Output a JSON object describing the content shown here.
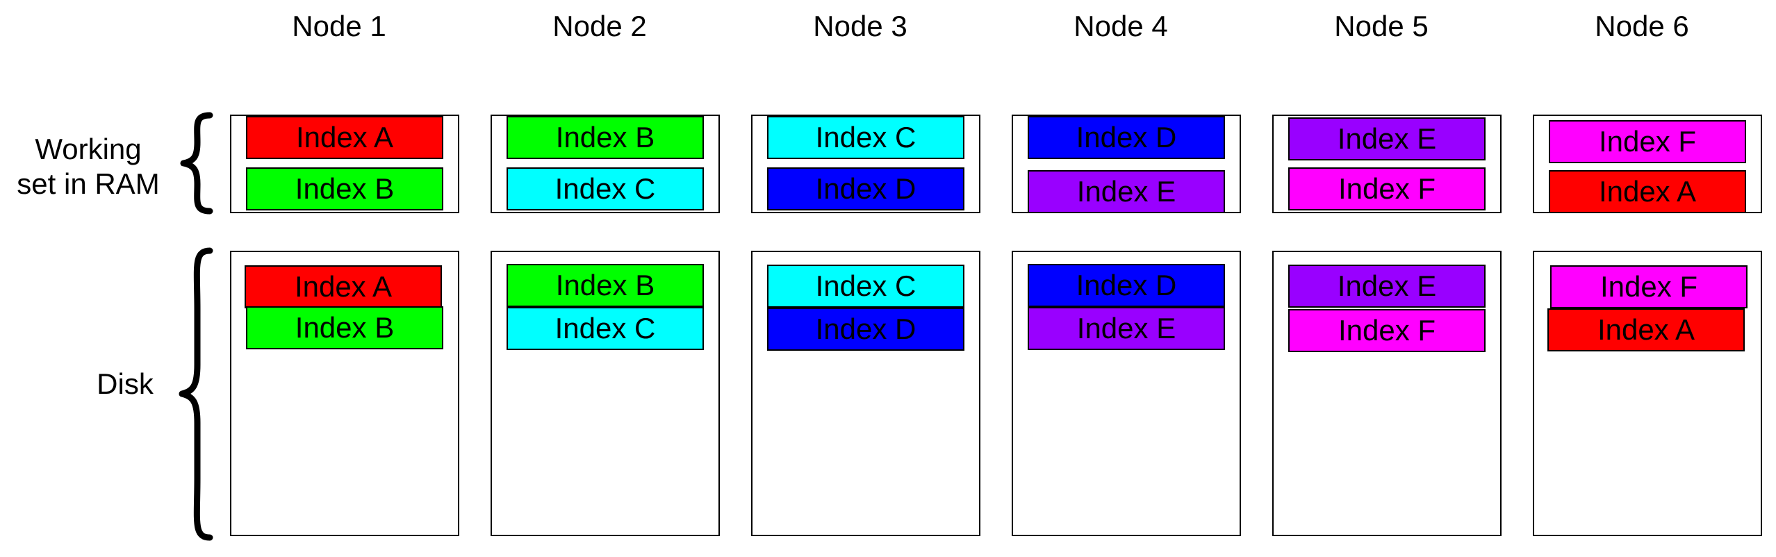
{
  "nodes": [
    "Node 1",
    "Node 2",
    "Node 3",
    "Node 4",
    "Node 5",
    "Node 6"
  ],
  "labels": {
    "ram_line1": "Working",
    "ram_line2": "set in RAM",
    "disk": "Disk"
  },
  "index_colors": {
    "Index A": "#ff0000",
    "Index B": "#00ff00",
    "Index C": "#00ffff",
    "Index D": "#0000ff",
    "Index E": "#9900ff",
    "Index F": "#ff00ff"
  },
  "ram": [
    [
      "Index A",
      "Index B"
    ],
    [
      "Index B",
      "Index C"
    ],
    [
      "Index C",
      "Index D"
    ],
    [
      "Index D",
      "Index E"
    ],
    [
      "Index E",
      "Index F"
    ],
    [
      "Index F",
      "Index A"
    ]
  ],
  "disk": [
    [
      "Index A",
      "Index B"
    ],
    [
      "Index B",
      "Index C"
    ],
    [
      "Index C",
      "Index D"
    ],
    [
      "Index D",
      "Index E"
    ],
    [
      "Index E",
      "Index F"
    ],
    [
      "Index F",
      "Index A"
    ]
  ]
}
